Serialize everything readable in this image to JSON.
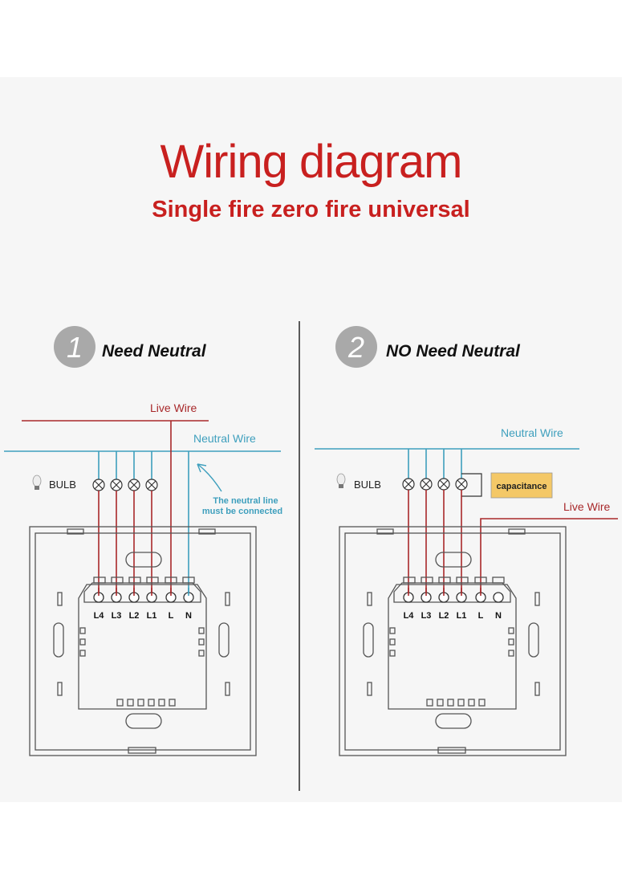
{
  "header": {
    "title": "Wiring diagram",
    "subtitle": "Single fire zero fire universal"
  },
  "panel1": {
    "number": "1",
    "heading": "Need Neutral",
    "live_wire": "Live Wire",
    "neutral_wire": "Neutral Wire",
    "bulb": "BULB",
    "note_line1": "The neutral line",
    "note_line2": "must be connected",
    "terminals": [
      "L4",
      "L3",
      "L2",
      "L1",
      "L",
      "N"
    ]
  },
  "panel2": {
    "number": "2",
    "heading": "NO Need Neutral",
    "neutral_wire": "Neutral Wire",
    "live_wire": "Live Wire",
    "bulb": "BULB",
    "capacitance": "capacitance",
    "terminals": [
      "L4",
      "L3",
      "L2",
      "L1",
      "L",
      "N"
    ]
  },
  "colors": {
    "red": "#c8201f",
    "live": "#a8282a",
    "neutral": "#3e9fbd",
    "grey_circle": "#a9a9a9",
    "capacitance_fill": "#f4c867"
  }
}
